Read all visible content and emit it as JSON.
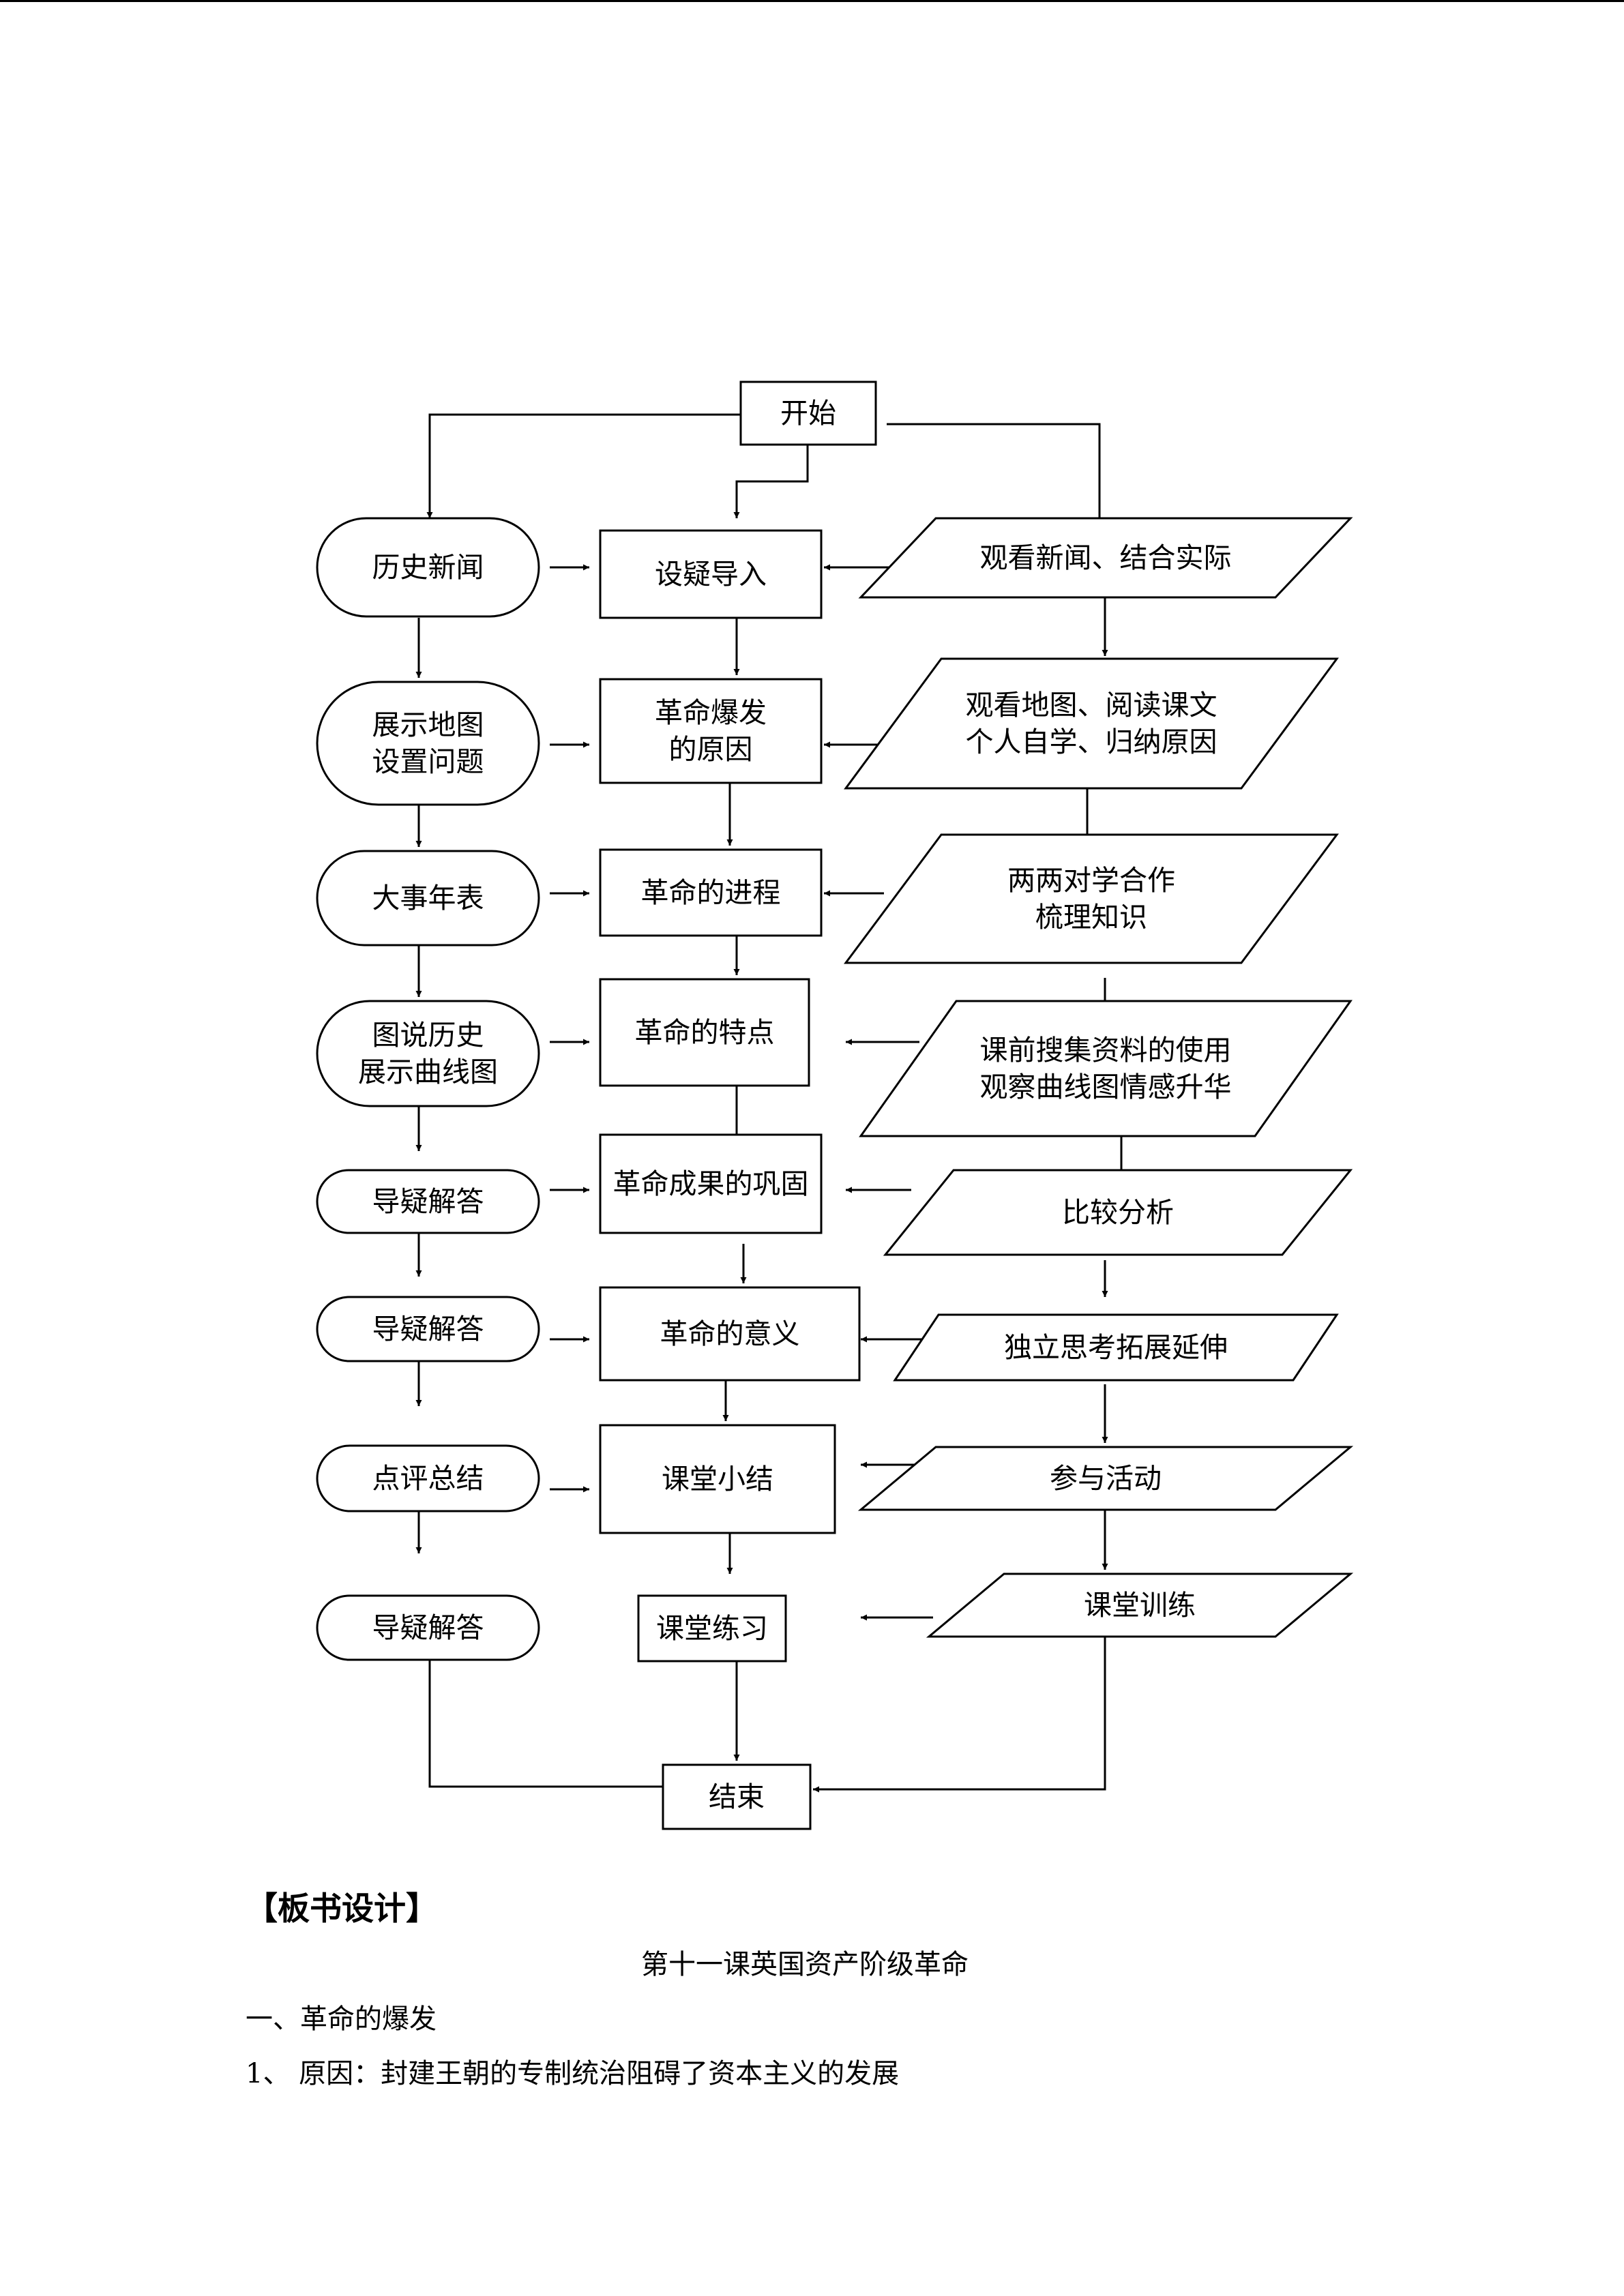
{
  "flowchart": {
    "start": "开始",
    "end": "结束",
    "teacher_steps": [
      {
        "lines": [
          "历史新闻"
        ]
      },
      {
        "lines": [
          "展示地图",
          "设置问题"
        ]
      },
      {
        "lines": [
          "大事年表"
        ]
      },
      {
        "lines": [
          "图说历史",
          "展示曲线图"
        ]
      },
      {
        "lines": [
          "导疑解答"
        ]
      },
      {
        "lines": [
          "导疑解答"
        ]
      },
      {
        "lines": [
          "点评总结"
        ]
      },
      {
        "lines": [
          "导疑解答"
        ]
      }
    ],
    "lesson_steps": [
      {
        "lines": [
          "设疑导入"
        ]
      },
      {
        "lines": [
          "革命爆发",
          "的原因"
        ]
      },
      {
        "lines": [
          "革命的进程"
        ]
      },
      {
        "lines": [
          "革命的特点"
        ]
      },
      {
        "lines": [
          "革命成果的巩固"
        ]
      },
      {
        "lines": [
          "革命的意义"
        ]
      },
      {
        "lines": [
          "课堂小结"
        ]
      },
      {
        "lines": [
          "课堂练习"
        ]
      }
    ],
    "student_steps": [
      {
        "lines": [
          "观看新闻、结合实际"
        ]
      },
      {
        "lines": [
          "观看地图、阅读课文",
          "个人自学、归纳原因"
        ]
      },
      {
        "lines": [
          "两两对学合作",
          "梳理知识"
        ]
      },
      {
        "lines": [
          "课前搜集资料的使用",
          "观察曲线图情感升华"
        ]
      },
      {
        "lines": [
          "比较分析"
        ]
      },
      {
        "lines": [
          "独立思考拓展延伸"
        ]
      },
      {
        "lines": [
          "参与活动"
        ]
      },
      {
        "lines": [
          "课堂训练"
        ]
      }
    ]
  },
  "board": {
    "heading": "【板书设计】",
    "lesson_title": "第十一课英国资产阶级革命",
    "section_1": "一、革命的爆发",
    "item_1": "1、 原因：封建王朝的专制统治阻碍了资本主义的发展"
  }
}
